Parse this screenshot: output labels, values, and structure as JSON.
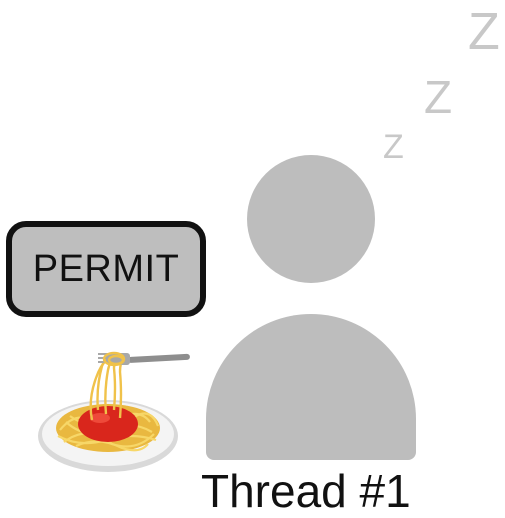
{
  "sleep_indicator": {
    "letters": [
      "Z",
      "Z",
      "Z"
    ],
    "color": "#c8c8c8"
  },
  "person": {
    "color": "#bdbdbd",
    "icon": "person-silhouette-icon"
  },
  "permit": {
    "label": "PERMIT",
    "fill": "#bebebe",
    "border": "#111111"
  },
  "food": {
    "icon": "spaghetti-icon"
  },
  "thread": {
    "label": "Thread #1"
  }
}
